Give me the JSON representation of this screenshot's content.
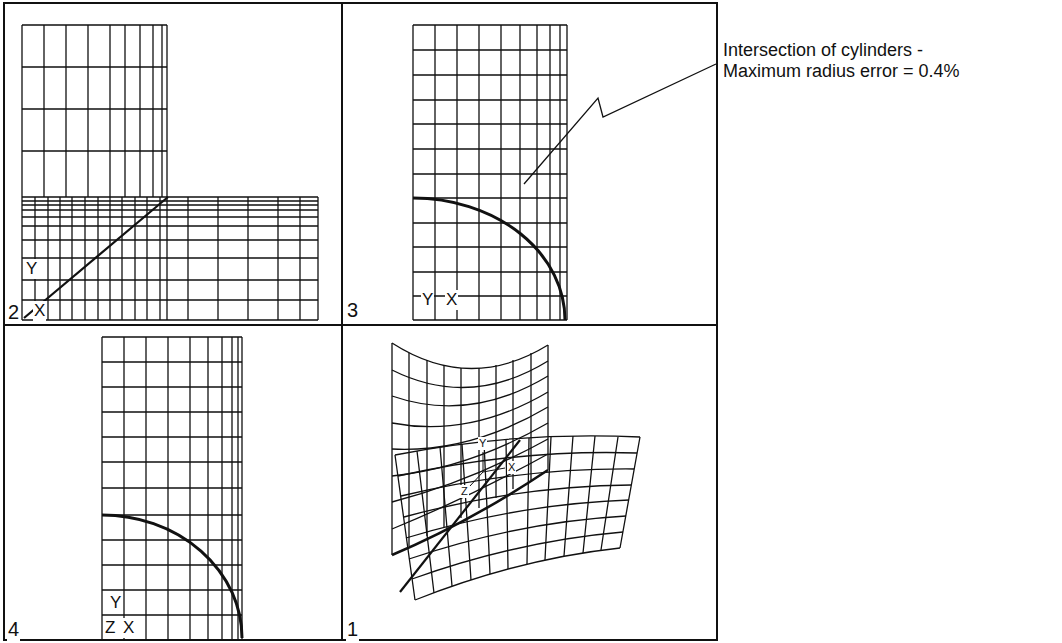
{
  "diagram": {
    "labels": [
      "Y",
      "X",
      "2",
      "3",
      "Y",
      "X",
      "Intersection of cylinders - Maximum radius error = 0.4%",
      "Y",
      "Z",
      "X",
      "4",
      "Y",
      "Z",
      "X",
      "1"
    ]
  }
}
